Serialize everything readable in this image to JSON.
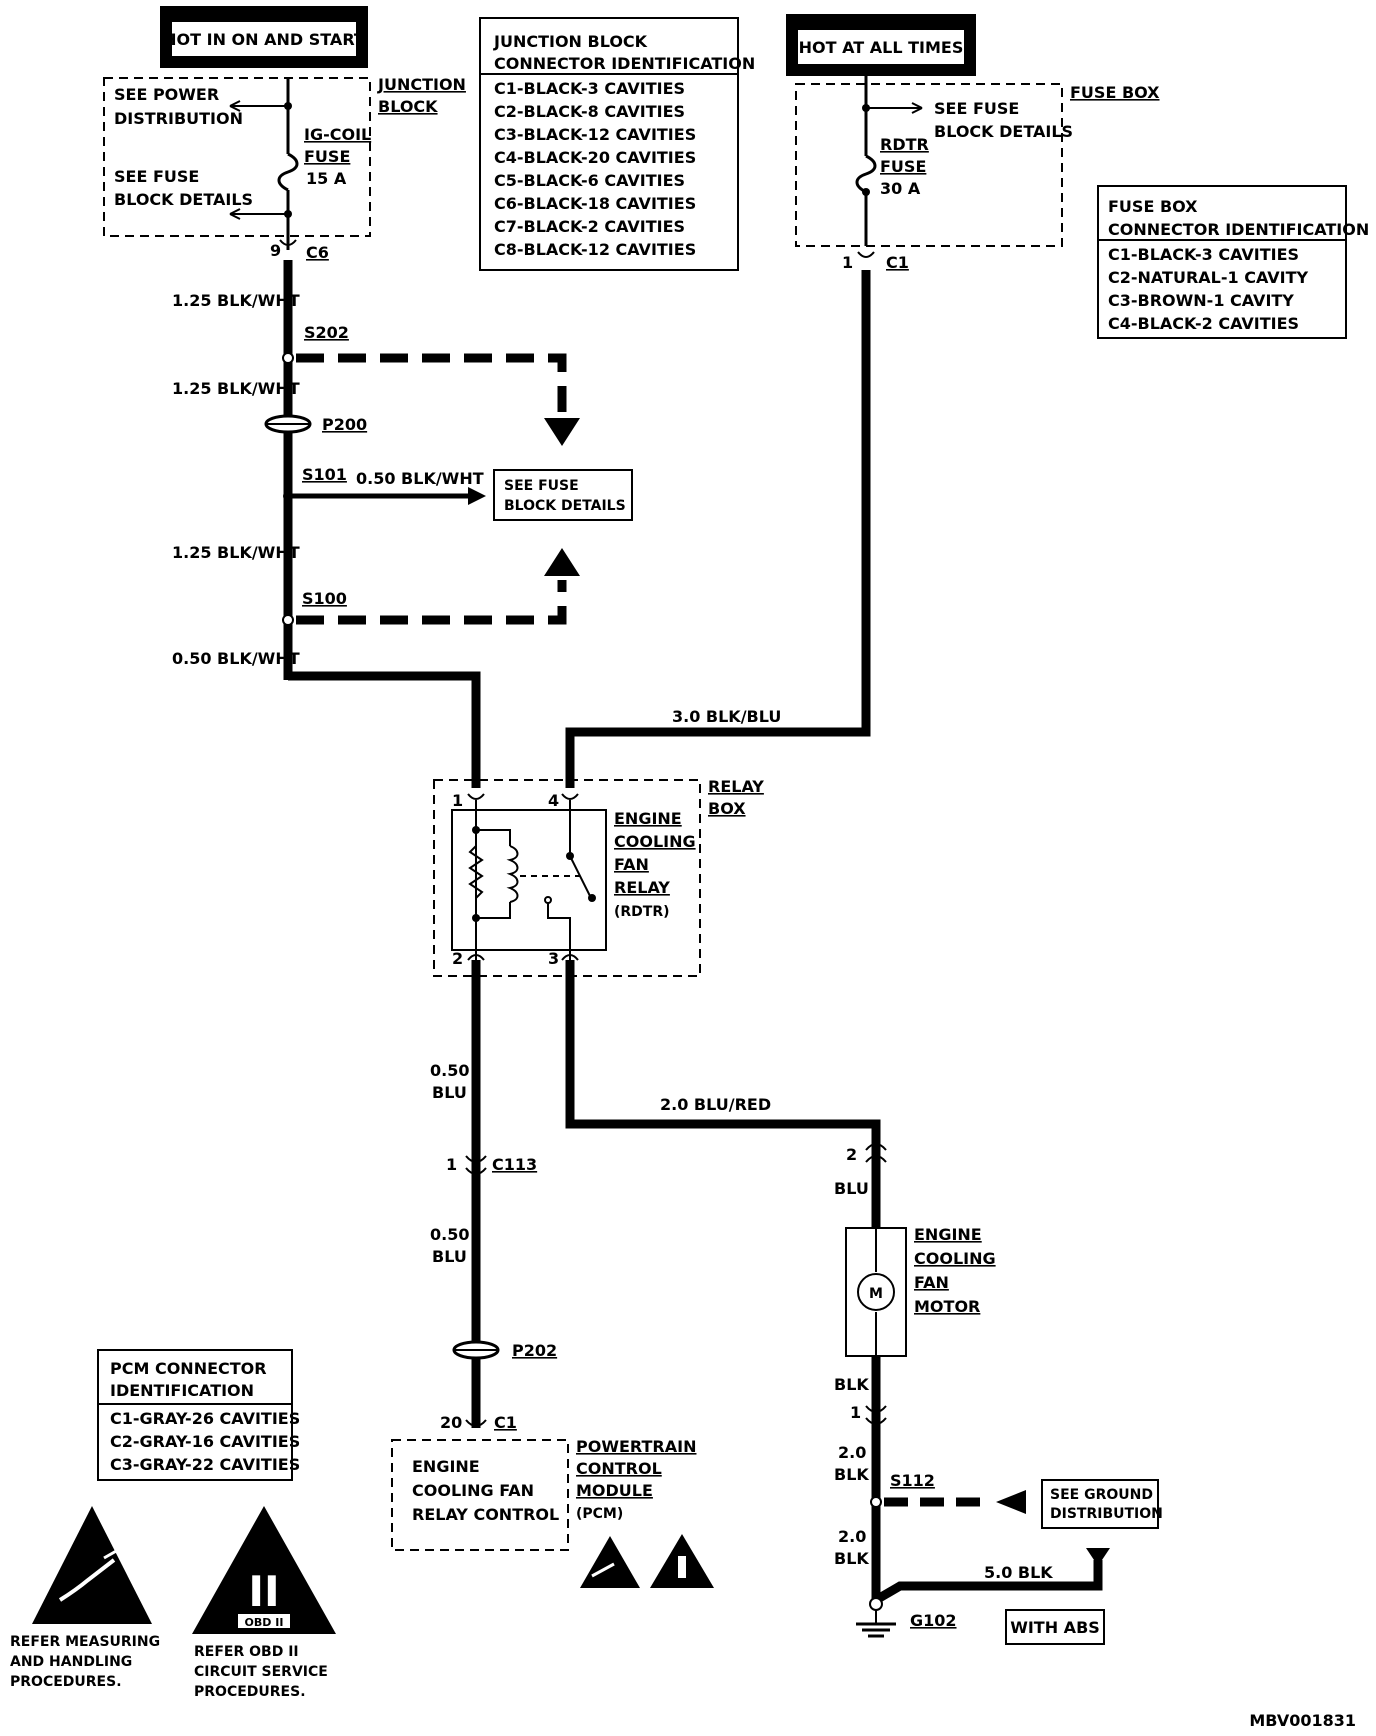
{
  "sources": {
    "hot_on_start": "HOT IN ON AND START",
    "hot_all_times": "HOT AT ALL TIMES"
  },
  "junction_block": {
    "label_line1": "JUNCTION",
    "label_line2": "BLOCK",
    "see_power_1": "SEE POWER",
    "see_power_2": "DISTRIBUTION",
    "see_fuse_1": "SEE FUSE",
    "see_fuse_2": "BLOCK DETAILS",
    "fuse_name_1": "IG-COIL",
    "fuse_name_2": "FUSE",
    "fuse_rating": "15 A",
    "pin": "9",
    "connector": "C6"
  },
  "junction_ids": {
    "title_1": "JUNCTION BLOCK",
    "title_2": "CONNECTOR IDENTIFICATION",
    "rows": [
      "C1-BLACK-3 CAVITIES",
      "C2-BLACK-8 CAVITIES",
      "C3-BLACK-12 CAVITIES",
      "C4-BLACK-20 CAVITIES",
      "C5-BLACK-6 CAVITIES",
      "C6-BLACK-18 CAVITIES",
      "C7-BLACK-2 CAVITIES",
      "C8-BLACK-12 CAVITIES"
    ]
  },
  "fuse_box": {
    "label": "FUSE BOX",
    "see_fuse_1": "SEE FUSE",
    "see_fuse_2": "BLOCK DETAILS",
    "fuse_name_1": "RDTR",
    "fuse_name_2": "FUSE",
    "fuse_rating": "30 A",
    "pin": "1",
    "connector": "C1"
  },
  "fuse_box_ids": {
    "title_1": "FUSE BOX",
    "title_2": "CONNECTOR IDENTIFICATION",
    "rows": [
      "C1-BLACK-3 CAVITIES",
      "C2-NATURAL-1 CAVITY",
      "C3-BROWN-1 CAVITY",
      "C4-BLACK-2 CAVITIES"
    ]
  },
  "wires": {
    "w1": "1.25 BLK/WHT",
    "w2": "1.25 BLK/WHT",
    "w3": "0.50 BLK/WHT",
    "w4": "1.25 BLK/WHT",
    "w5": "0.50 BLK/WHT",
    "w6": "3.0 BLK/BLU",
    "w7a": "0.50",
    "w7b": "BLU",
    "w8a": "0.50",
    "w8b": "BLU",
    "w9": "2.0 BLU/RED",
    "w10": "BLU",
    "w11": "BLK",
    "w12a": "2.0",
    "w12b": "BLK",
    "w13a": "2.0",
    "w13b": "BLK",
    "w14": "5.0 BLK"
  },
  "splices": {
    "s202": "S202",
    "s101": "S101",
    "s100": "S100",
    "s112": "S112",
    "p200": "P200",
    "p202": "P202",
    "c113": "C113",
    "c113_pin": "1",
    "g102": "G102"
  },
  "see_fuse_center": {
    "line1": "SEE FUSE",
    "line2": "BLOCK DETAILS"
  },
  "relay": {
    "box_1": "RELAY",
    "box_2": "BOX",
    "name_1": "ENGINE",
    "name_2": "COOLING",
    "name_3": "FAN",
    "name_4": "RELAY",
    "name_5": "(RDTR)",
    "pin1": "1",
    "pin2": "2",
    "pin3": "3",
    "pin4": "4"
  },
  "motor": {
    "name_1": "ENGINE",
    "name_2": "COOLING",
    "name_3": "FAN",
    "name_4": "MOTOR",
    "symbol": "M",
    "pin_top": "2",
    "pin_bottom": "1"
  },
  "pcm": {
    "pin": "20",
    "connector": "C1",
    "inner_1": "ENGINE",
    "inner_2": "COOLING FAN",
    "inner_3": "RELAY CONTROL",
    "name_1": "POWERTRAIN",
    "name_2": "CONTROL",
    "name_3": "MODULE",
    "name_4": "(PCM)"
  },
  "pcm_ids": {
    "title_1": "PCM CONNECTOR",
    "title_2": "IDENTIFICATION",
    "rows": [
      "C1-GRAY-26 CAVITIES",
      "C2-GRAY-16 CAVITIES",
      "C3-GRAY-22 CAVITIES"
    ]
  },
  "ground": {
    "see_1": "SEE GROUND",
    "see_2": "DISTRIBUTION",
    "with_abs": "WITH ABS"
  },
  "legend": {
    "esd_1": "REFER MEASURING",
    "esd_2": "AND HANDLING",
    "esd_3": "PROCEDURES.",
    "obd_symbol": "II",
    "obd_label": "OBD II",
    "obd_1": "REFER  OBD II",
    "obd_2": "CIRCUIT SERVICE",
    "obd_3": "PROCEDURES."
  },
  "figure_id": "MBV001831"
}
